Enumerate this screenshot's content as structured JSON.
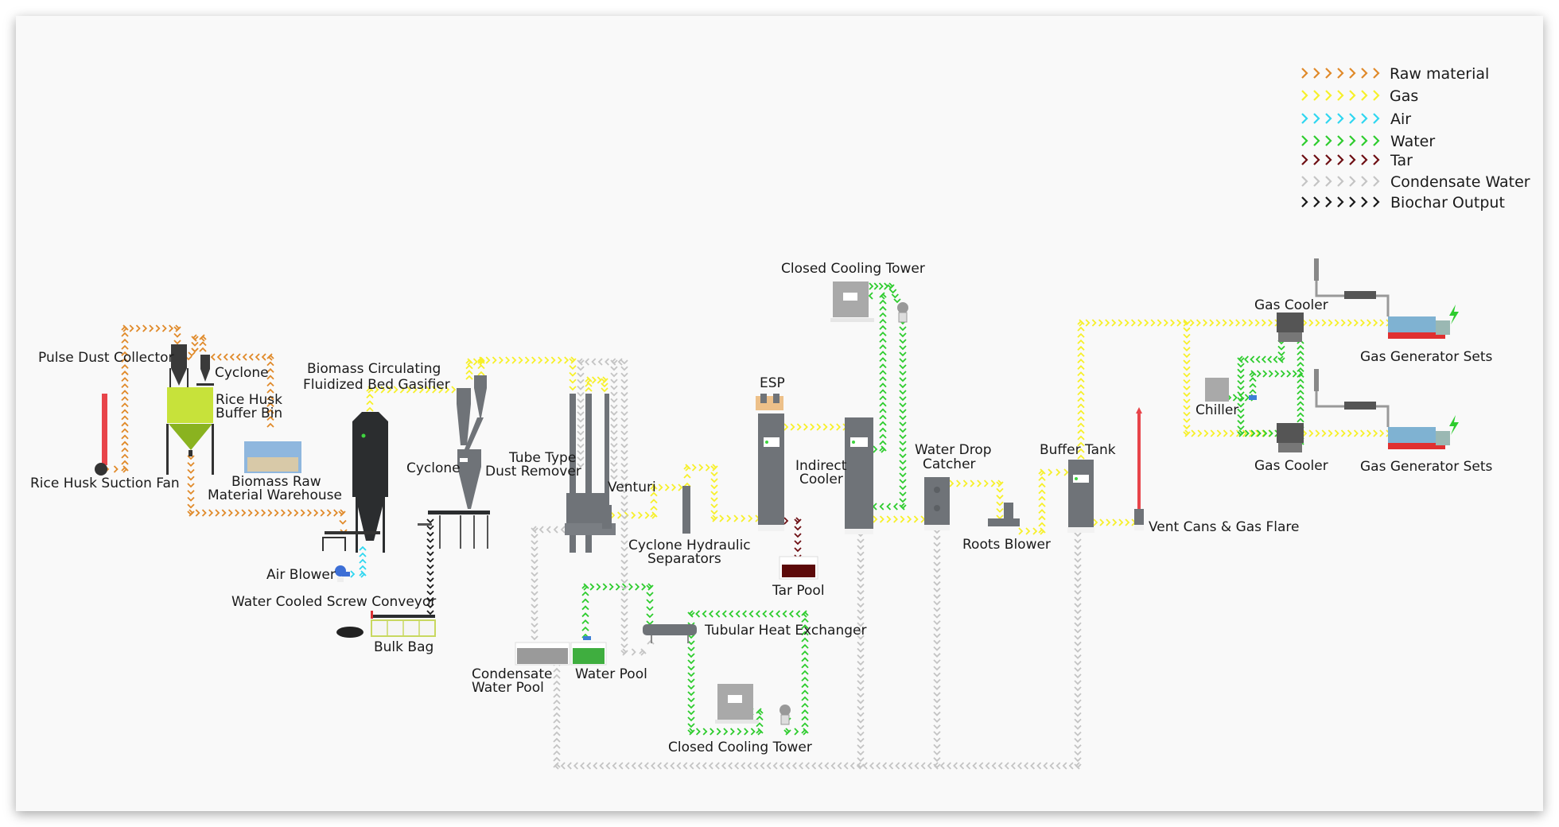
{
  "diagram": {
    "legend": [
      {
        "key": "raw_material",
        "label": "Raw material",
        "color": "#e08a2a"
      },
      {
        "key": "gas",
        "label": "Gas",
        "color": "#f7f02a"
      },
      {
        "key": "air",
        "label": "Air",
        "color": "#2fd6f0"
      },
      {
        "key": "water",
        "label": "Water",
        "color": "#2ecc2e"
      },
      {
        "key": "tar",
        "label": "Tar",
        "color": "#6e0f14"
      },
      {
        "key": "condensate_water",
        "label": "Condensate Water",
        "color": "#c4c4c4"
      },
      {
        "key": "biochar_output",
        "label": "Biochar Output",
        "color": "#1a1a1a"
      }
    ],
    "equipment": {
      "pulse_dust_collector": "Pulse Dust Collector",
      "cyclone_feed": "Cyclone",
      "rice_husk_buffer_bin": [
        "Rice Husk",
        "Buffer Bin"
      ],
      "rice_husk_suction_fan": "Rice Husk Suction Fan",
      "biomass_raw_material_warehouse": [
        "Biomass Raw",
        "Material Warehouse"
      ],
      "gasifier": [
        "Biomass Circulating",
        "Fluidized Bed Gasifier"
      ],
      "cyclone_gas": "Cyclone",
      "tube_type_dust_remover": [
        "Tube Type",
        "Dust Remover"
      ],
      "venturi": "Venturi",
      "cyclone_hydraulic_separators": [
        "Cyclone Hydraulic",
        "Separators"
      ],
      "esp": "ESP",
      "indirect_cooler": [
        "Indirect",
        "Cooler"
      ],
      "tar_pool": "Tar Pool",
      "closed_cooling_tower_top": "Closed Cooling Tower",
      "water_drop_catcher": [
        "Water Drop",
        "Catcher"
      ],
      "roots_blower": "Roots Blower",
      "buffer_tank": "Buffer Tank",
      "vent_cans_gas_flare": "Vent Cans & Gas Flare",
      "gas_cooler_1": "Gas Cooler",
      "gas_cooler_2": "Gas Cooler",
      "chiller": "Chiller",
      "gas_generator_sets_1": "Gas Generator Sets",
      "gas_generator_sets_2": "Gas Generator Sets",
      "air_blower": "Air Blower",
      "water_cooled_screw_conveyor": "Water Cooled Screw Conveyor",
      "bulk_bag": "Bulk Bag",
      "condensate_water_pool": [
        "Condensate",
        "Water Pool"
      ],
      "water_pool": "Water Pool",
      "tubular_heat_exchanger": "Tubular Heat Exchanger",
      "closed_cooling_tower_bottom": "Closed Cooling Tower"
    },
    "colors": {
      "background": "#f9f9f9",
      "equipment_gray": "#6f7378",
      "gasifier_black": "#2b2d2f",
      "buffer_bin_green": "#c7e23a",
      "flare_red": "#e8444a",
      "water_pool_green": "#3fae3f",
      "tar_pool": "#5c0a0a"
    }
  }
}
